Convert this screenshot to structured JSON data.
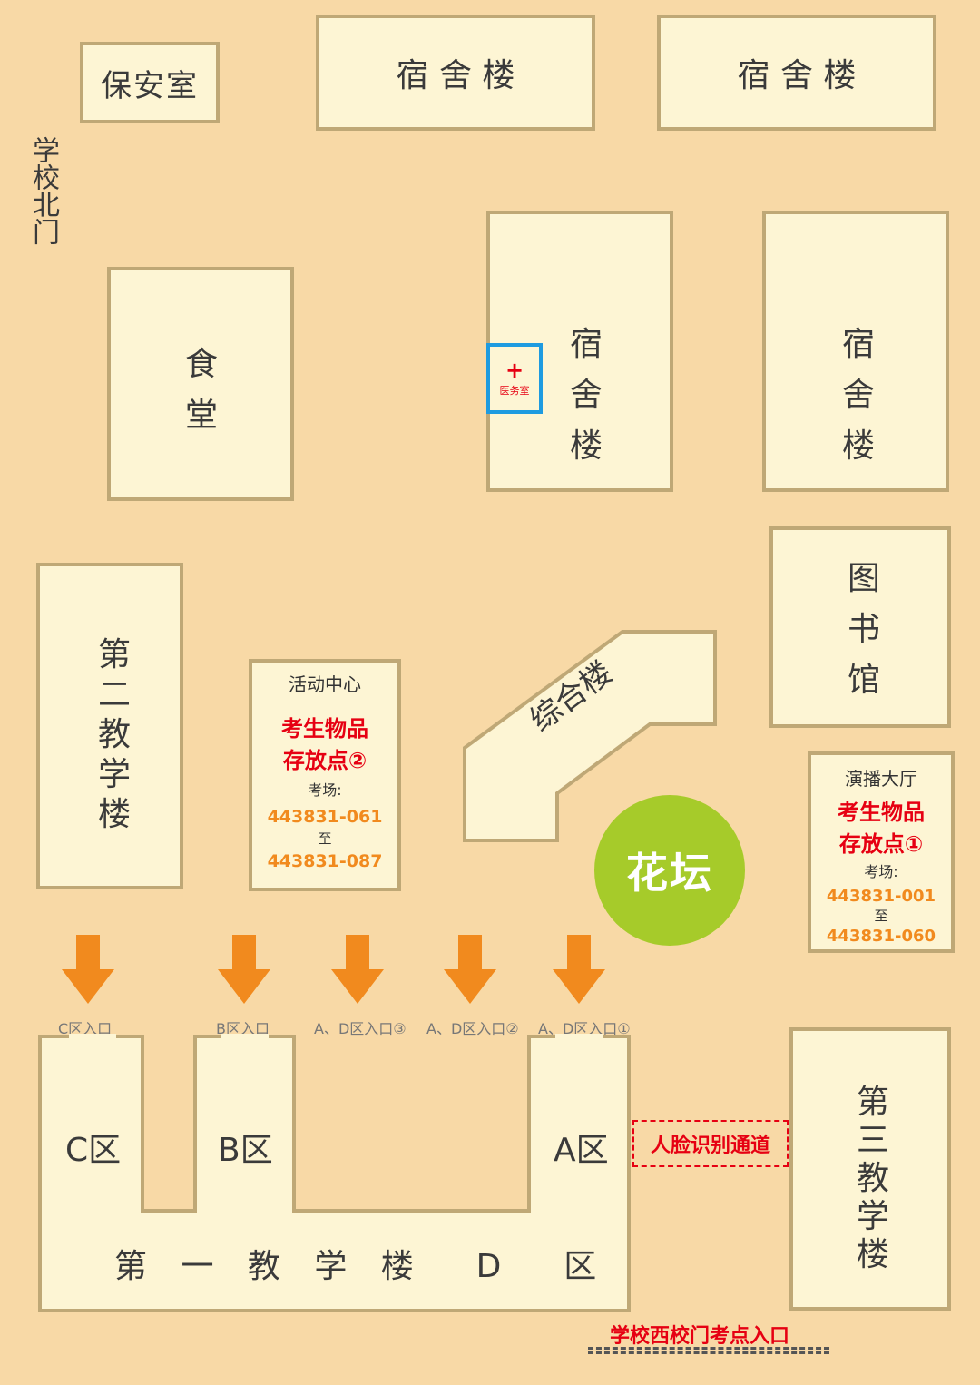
{
  "buildings": {
    "security_room": "保安室",
    "dorm_top_left": "宿 舍 楼",
    "dorm_top_right": "宿 舍 楼",
    "canteen": "食堂",
    "dorm_middle": "宿舍楼",
    "dorm_right": "宿舍楼",
    "library": "图书馆",
    "second_teaching": "第二教学楼",
    "complex": "综合楼",
    "third_teaching": "第三教学楼",
    "first_teaching_d": "第 一 教 学 楼  D  区",
    "zone_c": "C区",
    "zone_b": "B区",
    "zone_a": "A区"
  },
  "north_gate": "学校北门",
  "clinic": {
    "symbol": "+",
    "label": "医务室"
  },
  "activity_center": {
    "title": "活动中心",
    "storage_line1": "考生物品",
    "storage_line2": "存放点②",
    "exam_label": "考场:",
    "range_start": "443831-061",
    "range_to": "至",
    "range_end": "443831-087"
  },
  "broadcast_hall": {
    "title": "演播大厅",
    "storage_line1": "考生物品",
    "storage_line2": "存放点①",
    "exam_label": "考场:",
    "range_start": "443831-001",
    "range_to": "至",
    "range_end": "443831-060"
  },
  "flower_bed": "花坛",
  "entrances": [
    "C区入口",
    "B区入口",
    "A、D区入口③",
    "A、D区入口②",
    "A、D区入口①"
  ],
  "face_recognition": "人脸识别通道",
  "west_gate": "学校西校门考点入口",
  "colors": {
    "background": "#F8D9A6",
    "building": "#FDF5D4",
    "border": "#BFA876",
    "accent_red": "#E60012",
    "accent_orange": "#F18A1E",
    "flower_green": "#A6CB2A",
    "clinic_blue": "#1E9BE0"
  }
}
